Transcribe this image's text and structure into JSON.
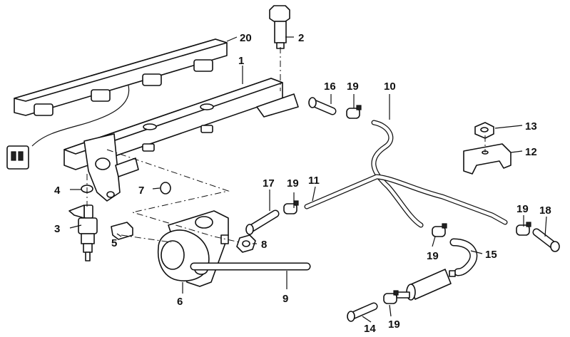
{
  "diagram": {
    "callouts": {
      "p1": "1",
      "p2": "2",
      "p3": "3",
      "p4": "4",
      "p5": "5",
      "p6": "6",
      "p7": "7",
      "p8": "8",
      "p9": "9",
      "p10": "10",
      "p11": "11",
      "p12": "12",
      "p13": "13",
      "p14": "14",
      "p15": "15",
      "p16": "16",
      "p17": "17",
      "p18": "18",
      "p19": "19",
      "p20": "20"
    }
  }
}
